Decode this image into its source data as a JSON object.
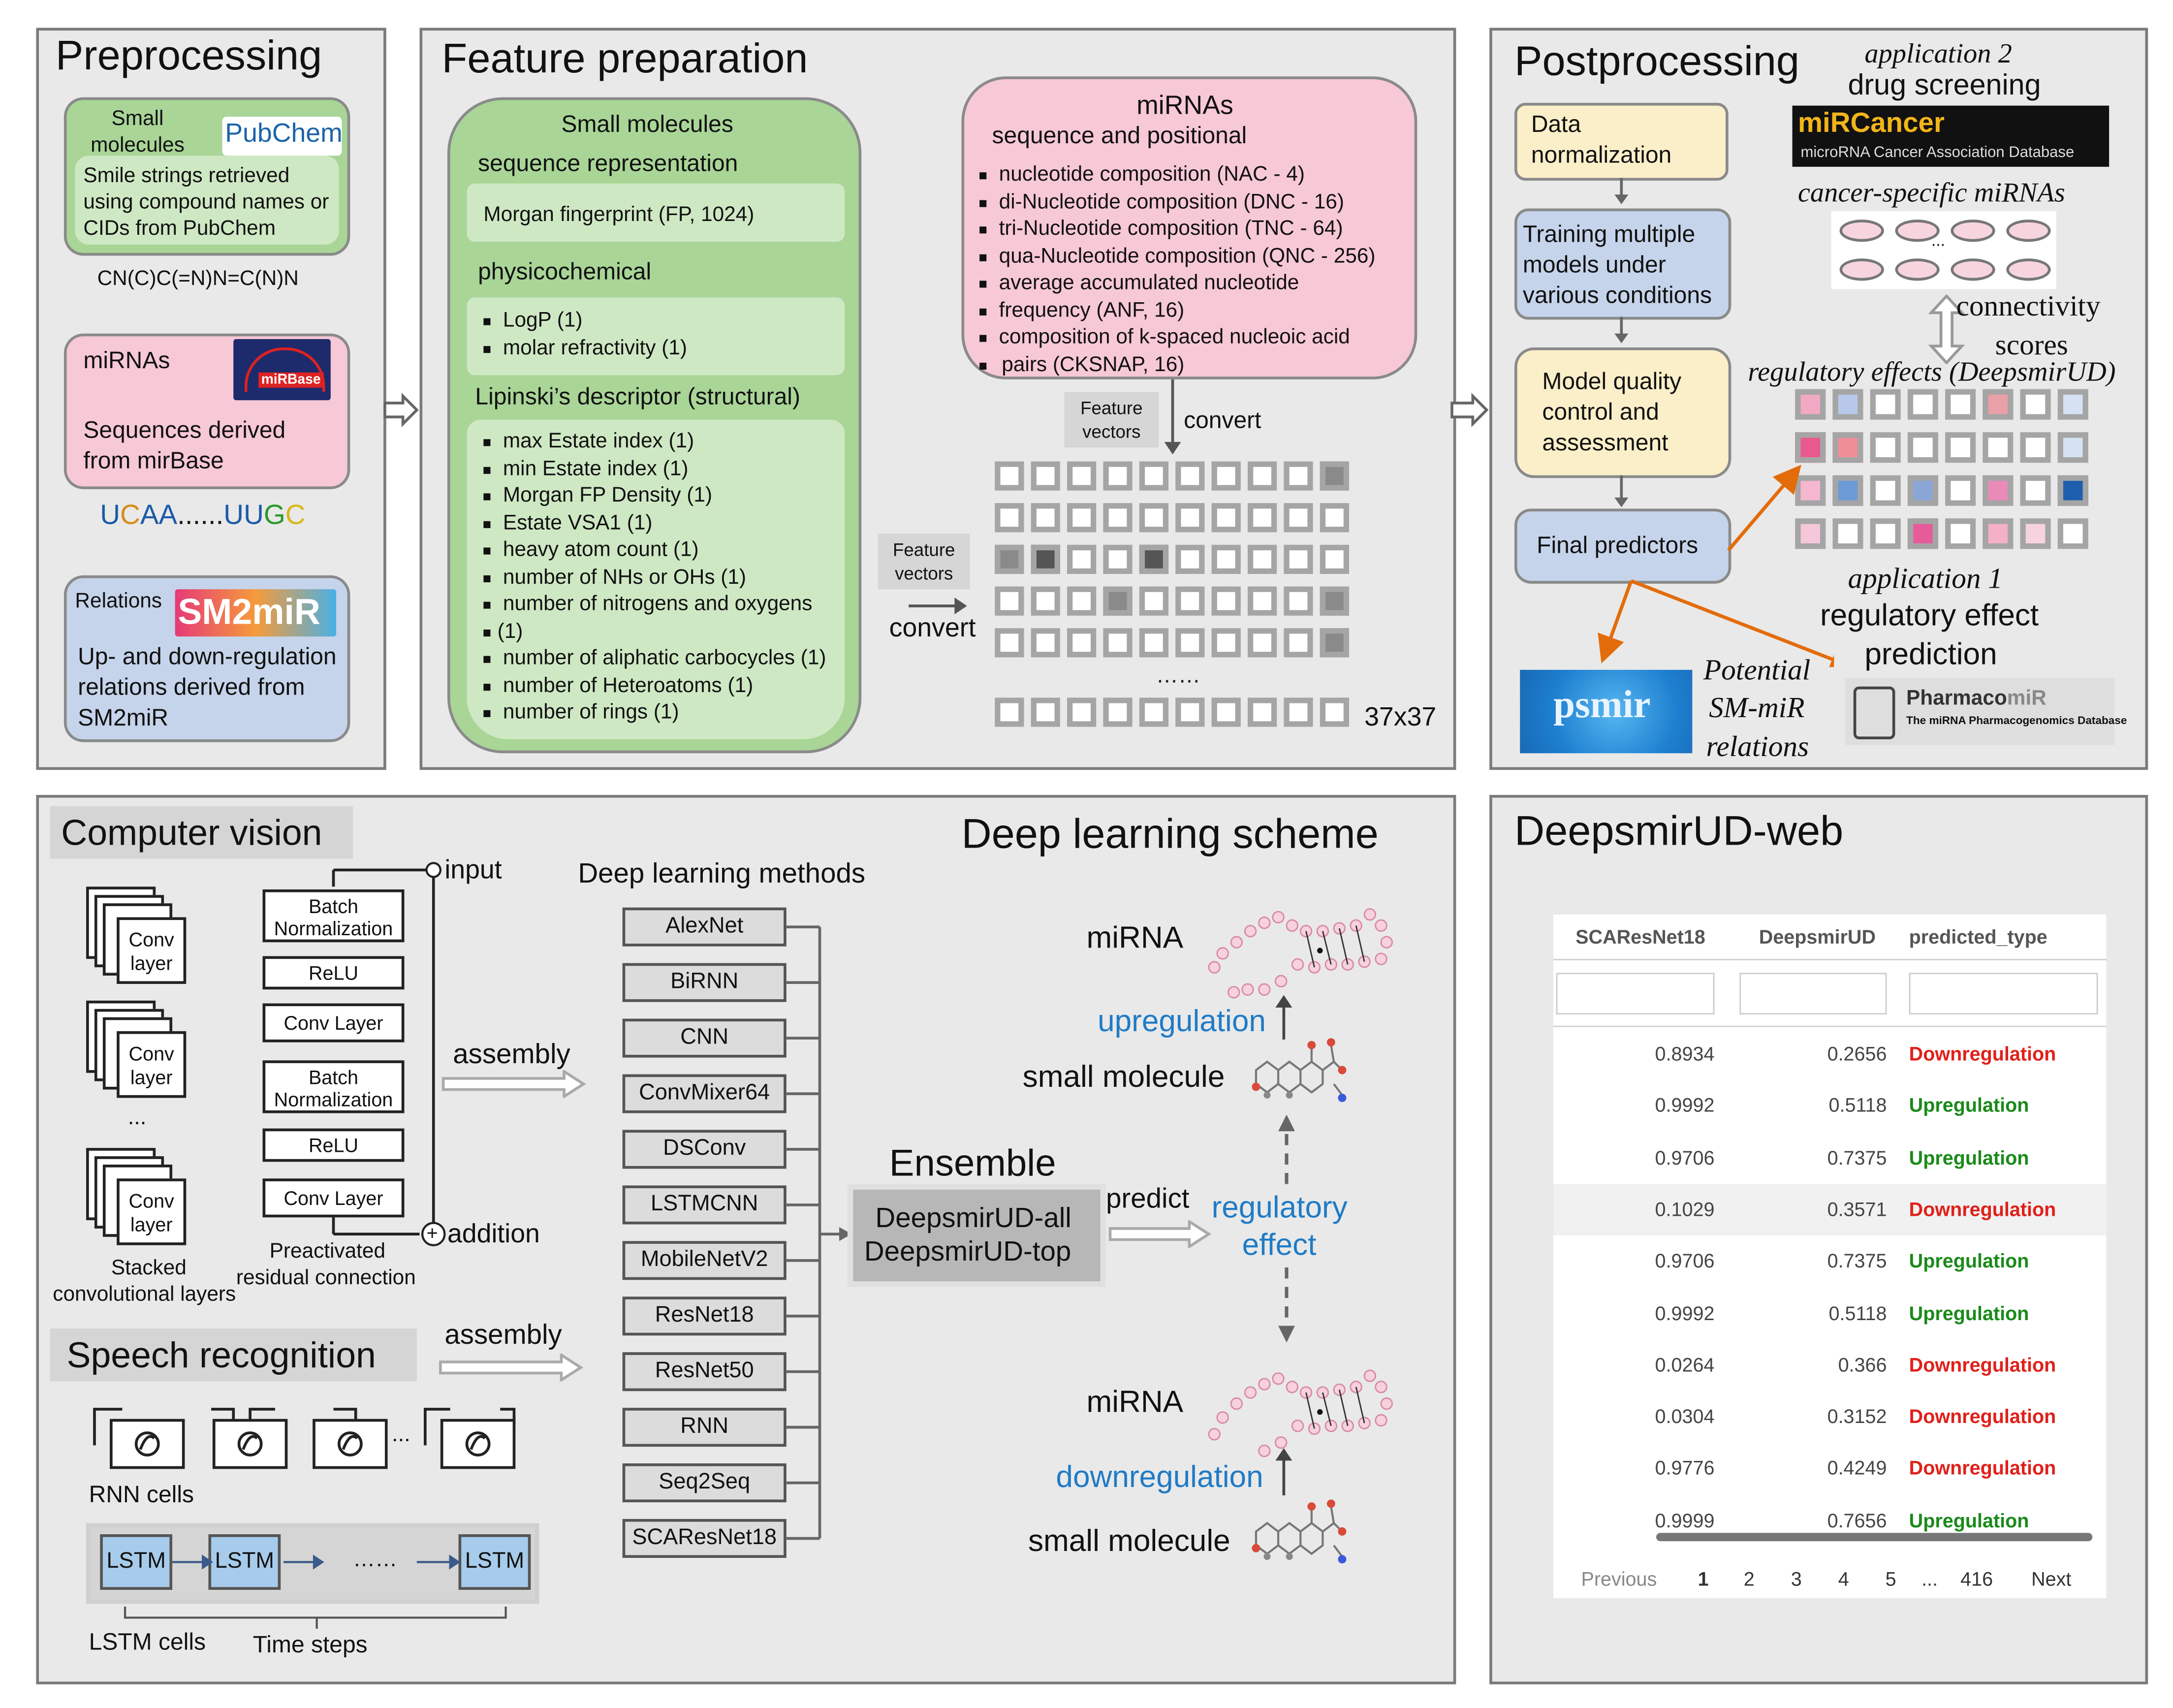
{
  "preprocessing": {
    "title": "Preprocessing",
    "small_molecules": {
      "label": "Small molecules",
      "logo": "PubChem",
      "desc": "Smile strings retrieved using compound names or CIDs from PubChem",
      "example": "CN(C)C(=N)N=C(N)N"
    },
    "mirnas": {
      "label": "miRNAs",
      "logo": "miRBase",
      "desc": "Sequences derived from mirBase",
      "example_parts": [
        "U",
        "C",
        "AA",
        "......",
        "UU",
        "G",
        "C"
      ]
    },
    "relations": {
      "label": "Relations",
      "logo": "SM2miR",
      "desc": "Up- and down-regulation relations derived from SM2miR"
    }
  },
  "feature_preparation": {
    "title": "Feature preparation",
    "small_molecules_title": "Small molecules",
    "sequence_representation": "sequence representation",
    "morgan": "Morgan fingerprint (FP, 1024)",
    "physicochemical": "physicochemical",
    "physico_items": [
      "LogP (1)",
      "molar refractivity (1)"
    ],
    "lipinski": "Lipinski’s descriptor (structural)",
    "lipinski_items": [
      "max Estate index (1)",
      "min Estate index (1)",
      "Morgan FP Density (1)",
      "Estate VSA1 (1)",
      "heavy atom count (1)",
      "number of NHs or OHs (1)",
      "number of nitrogens and oxygens",
      "(1)",
      "number of aliphatic carbocycles (1)",
      "number of Heteroatoms (1)",
      "number of rings (1)"
    ],
    "mirnas_title": "miRNAs",
    "mirnas_sub": "sequence and positional",
    "mirna_items": [
      "nucleotide composition (NAC - 4)",
      "di-Nucleotide composition (DNC - 16)",
      "tri-Nucleotide composition (TNC - 64)",
      "qua-Nucleotide composition (QNC - 256)",
      "average accumulated nucleotide",
      "frequency (ANF, 16)",
      "composition of k-spaced nucleoic acid",
      "pairs (CKSNAP, 16)"
    ],
    "feature_vectors": "Feature vectors",
    "convert": "convert",
    "dots": "……",
    "matrix_size": "37x37"
  },
  "postprocessing": {
    "title": "Postprocessing",
    "app2_label": "application 2",
    "app2_title": "drug screening",
    "mircancer_logo": "miRCancer",
    "mircancer_sub": "microRNA Cancer Association Database",
    "cancer_specific": "cancer-specific miRNAs",
    "ellipsis": "...",
    "connectivity": "connectivity",
    "scores": "scores",
    "regulatory_effects": "regulatory effects (DeepsmirUD)",
    "steps": [
      "Data normalization",
      "Training multiple models under various conditions",
      "Model quality control and assessment",
      "Final predictors"
    ],
    "app1_label": "application 1",
    "app1_title": "regulatory effect prediction",
    "potential": "Potential",
    "sm_mir": "SM-miR",
    "relations_word": "relations",
    "psmir_logo": "psmir",
    "pharmacomir_logo_a": "Pharmaco",
    "pharmacomir_logo_b": "miR",
    "pharmacomir_sub": "The miRNA Pharmacogenomics Database"
  },
  "deep_learning": {
    "title": "Deep learning scheme",
    "computer_vision": "Computer vision",
    "conv_layer": "Conv layer",
    "cv_dots": "...",
    "stacked": "Stacked",
    "stacked_2": "convolutional layers",
    "input": "input",
    "cv_blocks": [
      "Batch Normalization",
      "ReLU",
      "Conv Layer",
      "Batch Normalization",
      "ReLU",
      "Conv Layer"
    ],
    "addition": "addition",
    "plus": "+",
    "preactivated": "Preactivated",
    "residual": "residual connection",
    "assembly": "assembly",
    "speech_recognition": "Speech recognition",
    "rnn_cells": "RNN cells",
    "rnn_dots": "...",
    "lstm": "LSTM",
    "lstm_dots": "……",
    "lstm_cells": "LSTM cells",
    "time_steps": "Time steps",
    "methods_title": "Deep learning methods",
    "methods": [
      "AlexNet",
      "BiRNN",
      "CNN",
      "ConvMixer64",
      "DSConv",
      "LSTMCNN",
      "MobileNetV2",
      "ResNet18",
      "ResNet50",
      "RNN",
      "Seq2Seq",
      "SCAResNet18"
    ],
    "ensemble": "Ensemble",
    "ensemble_models": [
      "DeepsmirUD-all",
      "DeepsmirUD-top"
    ],
    "predict": "predict",
    "regulatory": "regulatory",
    "effect": "effect",
    "mirna": "miRNA",
    "upregulation": "upregulation",
    "downregulation": "downregulation",
    "small_molecule": "small molecule"
  },
  "web": {
    "title": "DeepsmirUD-web",
    "columns": [
      "SCAResNet18",
      "DeepsmirUD",
      "predicted_type"
    ],
    "rows": [
      {
        "a": "0.8934",
        "b": "0.2656",
        "type": "Downregulation"
      },
      {
        "a": "0.9992",
        "b": "0.5118",
        "type": "Upregulation"
      },
      {
        "a": "0.9706",
        "b": "0.7375",
        "type": "Upregulation"
      },
      {
        "a": "0.1029",
        "b": "0.3571",
        "type": "Downregulation"
      },
      {
        "a": "0.9706",
        "b": "0.7375",
        "type": "Upregulation"
      },
      {
        "a": "0.9992",
        "b": "0.5118",
        "type": "Upregulation"
      },
      {
        "a": "0.0264",
        "b": "0.366",
        "type": "Downregulation"
      },
      {
        "a": "0.0304",
        "b": "0.3152",
        "type": "Downregulation"
      },
      {
        "a": "0.9776",
        "b": "0.4249",
        "type": "Downregulation"
      },
      {
        "a": "0.9999",
        "b": "0.7656",
        "type": "Upregulation"
      }
    ],
    "pagination": {
      "previous": "Previous",
      "pages": [
        "1",
        "2",
        "3",
        "4",
        "5"
      ],
      "ellipsis": "...",
      "last": "416",
      "next": "Next"
    },
    "colors": {
      "up": "#1a8a1a",
      "down": "#e0201a",
      "highlight_row": "#f1f1f1"
    }
  },
  "colors": {
    "panel_bg": "#e9e9e9",
    "green": "#a9d597",
    "green_light": "#cfe8c4",
    "pink": "#f7c8d6",
    "blue_box": "#c5d4ea",
    "yellow": "#fbefc9",
    "orange_arrow": "#e36c0a",
    "accent_blue": "#1f7bc6"
  },
  "icons": [
    "right-hollow-arrow-icon",
    "mirna-hairpin-icon",
    "molecule-icon",
    "rnn-cell-icon",
    "double-arrow-icon"
  ]
}
